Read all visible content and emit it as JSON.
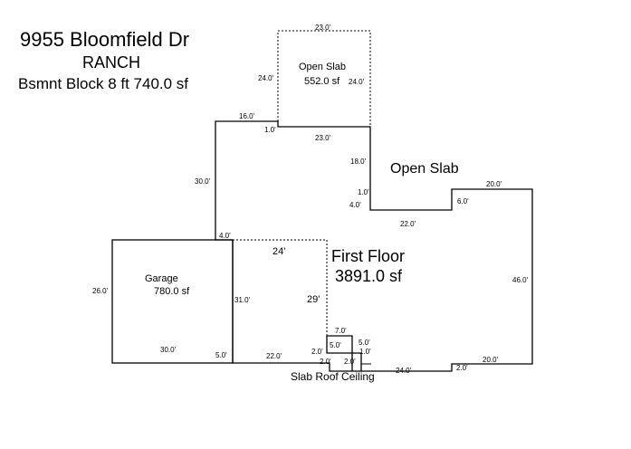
{
  "header": {
    "address": "9955 Bloomfield Dr",
    "style": "RANCH",
    "basement": "Bsmnt Block 8 ft 740.0 sf"
  },
  "areas": {
    "open_slab_top_name": "Open Slab",
    "open_slab_top_area": "552.0 sf",
    "open_slab_right_name": "Open Slab",
    "first_floor_name": "First Floor",
    "first_floor_area": "3891.0 sf",
    "garage_name": "Garage",
    "garage_area": "780.0 sf",
    "slab_note": "Slab Roof Ceiling"
  },
  "dimensions": {
    "open_slab_top": "23.0'",
    "open_slab_left": "24.0'",
    "open_slab_right": "24.0'",
    "open_slab_bottom": "23.0'",
    "upper_left_top": "16.0'",
    "upper_left_jog": "1.0'",
    "upper_left_side": "30.0'",
    "upper_right_side": "18.0'",
    "upper_right_jog_a": "1.0'",
    "upper_right_jog_b": "4.0'",
    "mid_bottom": "22.0'",
    "mid_step": "6.0'",
    "far_right_top": "20.0'",
    "far_right_side": "46.0'",
    "far_right_bottom": "20.0'",
    "bottom_step": "2.0'",
    "bottom_run": "24.0'",
    "notch_top": "7.0'",
    "notch_left": "5.0'",
    "notch_right": "5.0'",
    "notch_small_a": "2.0'",
    "notch_small_b": "1.0'",
    "notch_small_c": "2.0'",
    "notch_small_d": "2.0'",
    "garage_left": "26.0'",
    "garage_bottom": "30.0'",
    "garage_top_jog": "4.0'",
    "garage_right_jog": "5.0'",
    "inner_side": "31.0'",
    "inner_bottom": "22.0'",
    "inner_top": "24'",
    "inner_right": "29'"
  }
}
